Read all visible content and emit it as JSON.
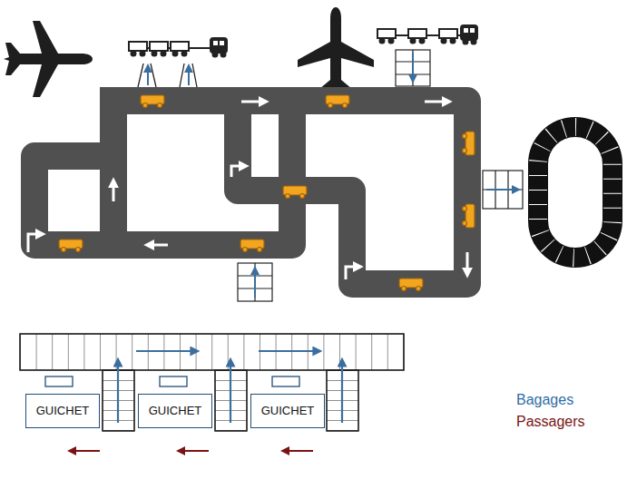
{
  "diagram": {
    "nodes": [
      {
        "text": [
          "GUICHET"
        ]
      },
      {
        "text": [
          "GUICHET"
        ]
      },
      {
        "text": [
          "GUICHET"
        ]
      }
    ],
    "legend": [
      {
        "text": "Bagages",
        "color": "#2f6ea5"
      },
      {
        "text": "Passagers",
        "color": "#7a1414"
      }
    ]
  }
}
